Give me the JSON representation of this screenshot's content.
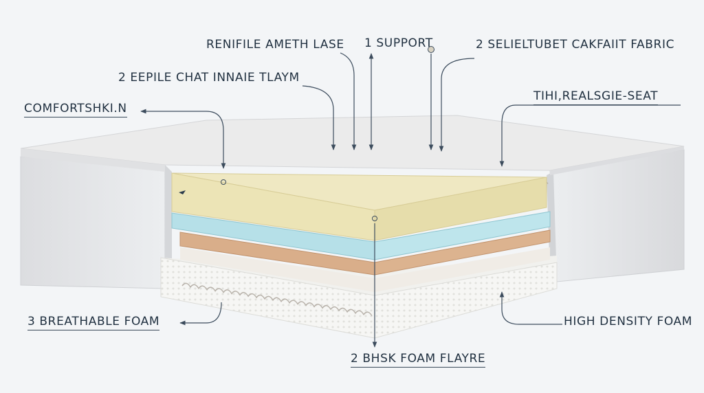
{
  "labels": {
    "renifile": "RENIFILE AMETH LASE",
    "support": "1 SUPPORT",
    "selieltubet": "2 SELIELTUBET CAKFAIIT FABRIC",
    "eepile": "2 EEPILE CHAT INNAIE TLAYM",
    "comfortshkin": "COMFORTSHKI.N",
    "tihi_realsgie": "TIHI,REALSGIE-SEAT",
    "breathable": "3 BREATHABLE FOAM",
    "high_density": "HIGH DENSITY FOAM",
    "bhsk": "2 BHSK FOAM  FLAYRE"
  },
  "colors": {
    "background": "#f3f5f7",
    "top_cover": "#ebebeb",
    "side_panel": "#e4e5e7",
    "comfort_layer": "#ece4b6",
    "gel_layer": "#b6e0e8",
    "latex_layer": "#d9ae8a",
    "base_foam": "#f6f6f4",
    "leader_line": "#3b4b5c"
  }
}
